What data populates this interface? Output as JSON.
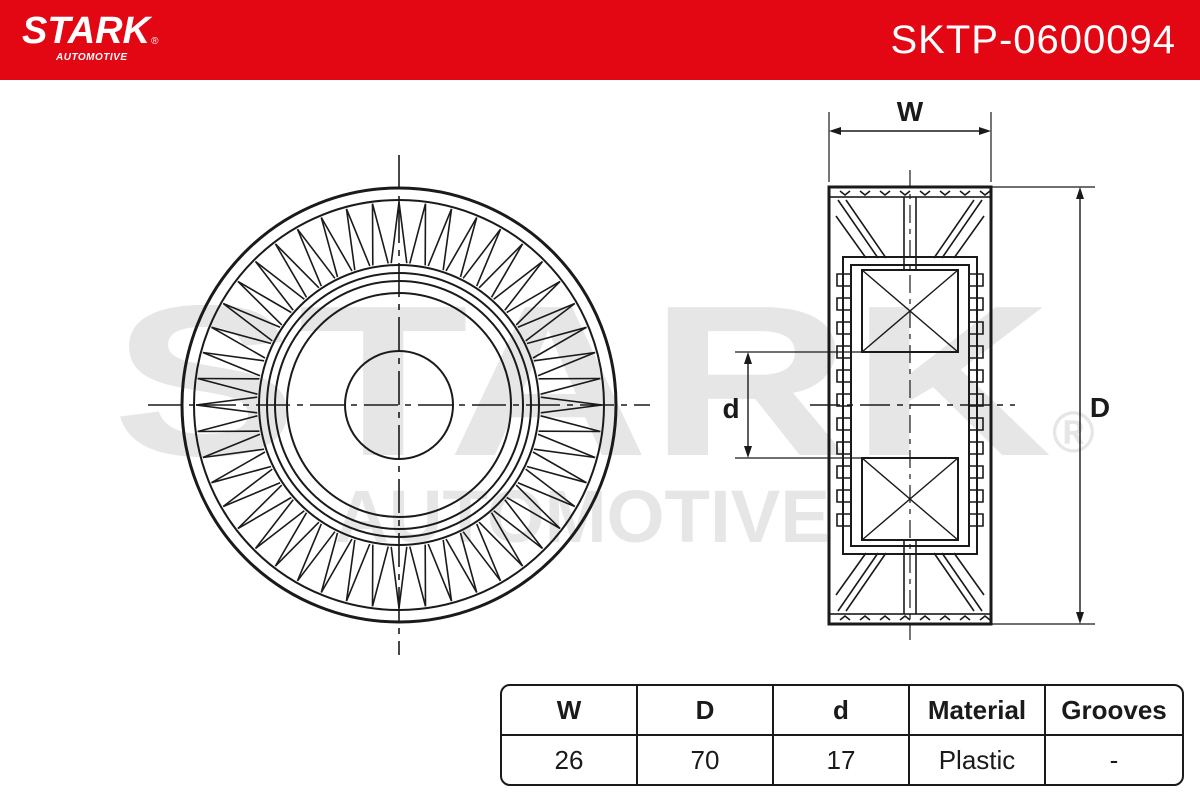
{
  "header": {
    "brand": "STARK",
    "brand_registered": "®",
    "brand_sub": "AUTOMOTIVE",
    "part_number": "SKTP-0600094",
    "background_color": "#e30613"
  },
  "watermark": {
    "title": "STARK",
    "subtitle": "AUTOMOTIVE",
    "registered": "®",
    "color": "#e6e6e6"
  },
  "drawing": {
    "labels": {
      "width": "W",
      "outer_diameter": "D",
      "inner_diameter": "d"
    },
    "icons": [
      "pulley-front-view-icon",
      "pulley-side-section-icon"
    ]
  },
  "specs": {
    "headers": [
      "W",
      "D",
      "d",
      "Material",
      "Grooves"
    ],
    "values": [
      "26",
      "70",
      "17",
      "Plastic",
      "-"
    ]
  }
}
